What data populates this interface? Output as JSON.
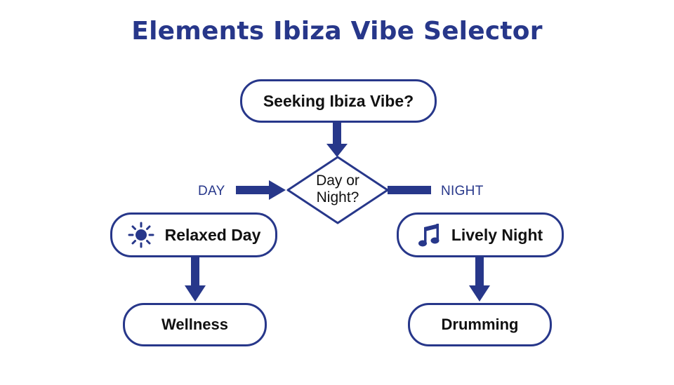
{
  "title": "Elements Ibiza Vibe Selector",
  "nodes": {
    "start": "Seeking Ibiza Vibe?",
    "decision_line1": "Day or",
    "decision_line2": "Night?",
    "day": "Relaxed Day",
    "night": "Lively Night",
    "wellness": "Wellness",
    "drumming": "Drumming"
  },
  "branches": {
    "day": "DAY",
    "night": "NIGHT"
  },
  "icons": {
    "day": "sun-icon",
    "night": "music-note-icon"
  },
  "colors": {
    "accent": "#27378a",
    "text": "#111111",
    "background": "#ffffff"
  }
}
